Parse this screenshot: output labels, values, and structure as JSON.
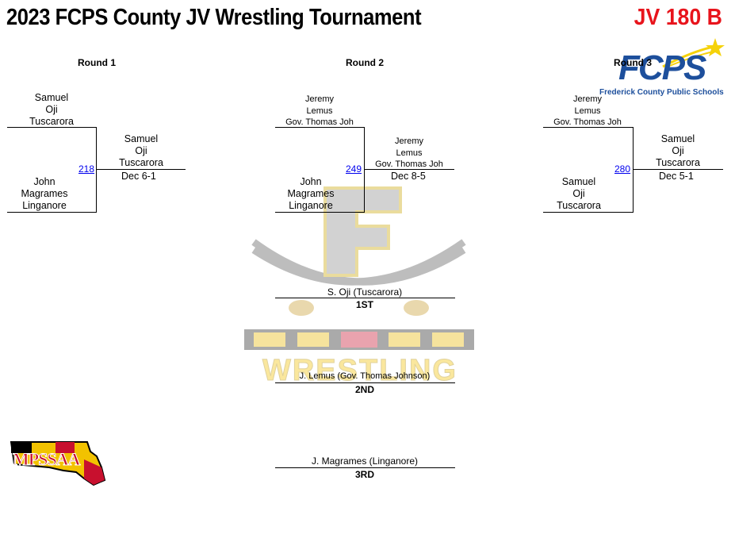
{
  "header": {
    "title": "2023 FCPS County JV Wrestling Tournament",
    "bracket": "JV 180 B"
  },
  "rounds": [
    "Round 1",
    "Round 2",
    "Round 3"
  ],
  "matches": [
    {
      "top": [
        "Samuel",
        "Oji",
        "Tuscarora"
      ],
      "bottom": [
        "John",
        "Magrames",
        "Linganore"
      ],
      "bout": "218",
      "winner": [
        "Samuel",
        "Oji",
        "Tuscarora"
      ],
      "result": "Dec 6-1"
    },
    {
      "top": [
        "Jeremy",
        "Lemus",
        "Gov. Thomas Joh"
      ],
      "bottom": [
        "John",
        "Magrames",
        "Linganore"
      ],
      "bout": "249",
      "winner": [
        "Jeremy",
        "Lemus",
        "Gov. Thomas Joh"
      ],
      "result": "Dec 8-5"
    },
    {
      "top": [
        "Jeremy",
        "Lemus",
        "Gov. Thomas Joh"
      ],
      "bottom": [
        "Samuel",
        "Oji",
        "Tuscarora"
      ],
      "bout": "280",
      "winner": [
        "Samuel",
        "Oji",
        "Tuscarora"
      ],
      "result": "Dec 5-1"
    }
  ],
  "placings": [
    {
      "name": "S. Oji (Tuscarora)",
      "place": "1ST"
    },
    {
      "name": "J. Lemus (Gov. Thomas Johnson)",
      "place": "2ND"
    },
    {
      "name": "J. Magrames (Linganore)",
      "place": "3RD"
    }
  ],
  "logos": {
    "fcps_mark": "FCPS",
    "fcps_name": "Frederick County Public Schools",
    "mpssaa": "MPSSAA",
    "watermark_letter": "F",
    "watermark_word": "WRESTLING"
  },
  "colors": {
    "accent_red": "#e8141c",
    "fcps_blue": "#1d4f9c",
    "fcps_gold": "#f5d20a",
    "watermark_gold": "#f2c200"
  }
}
